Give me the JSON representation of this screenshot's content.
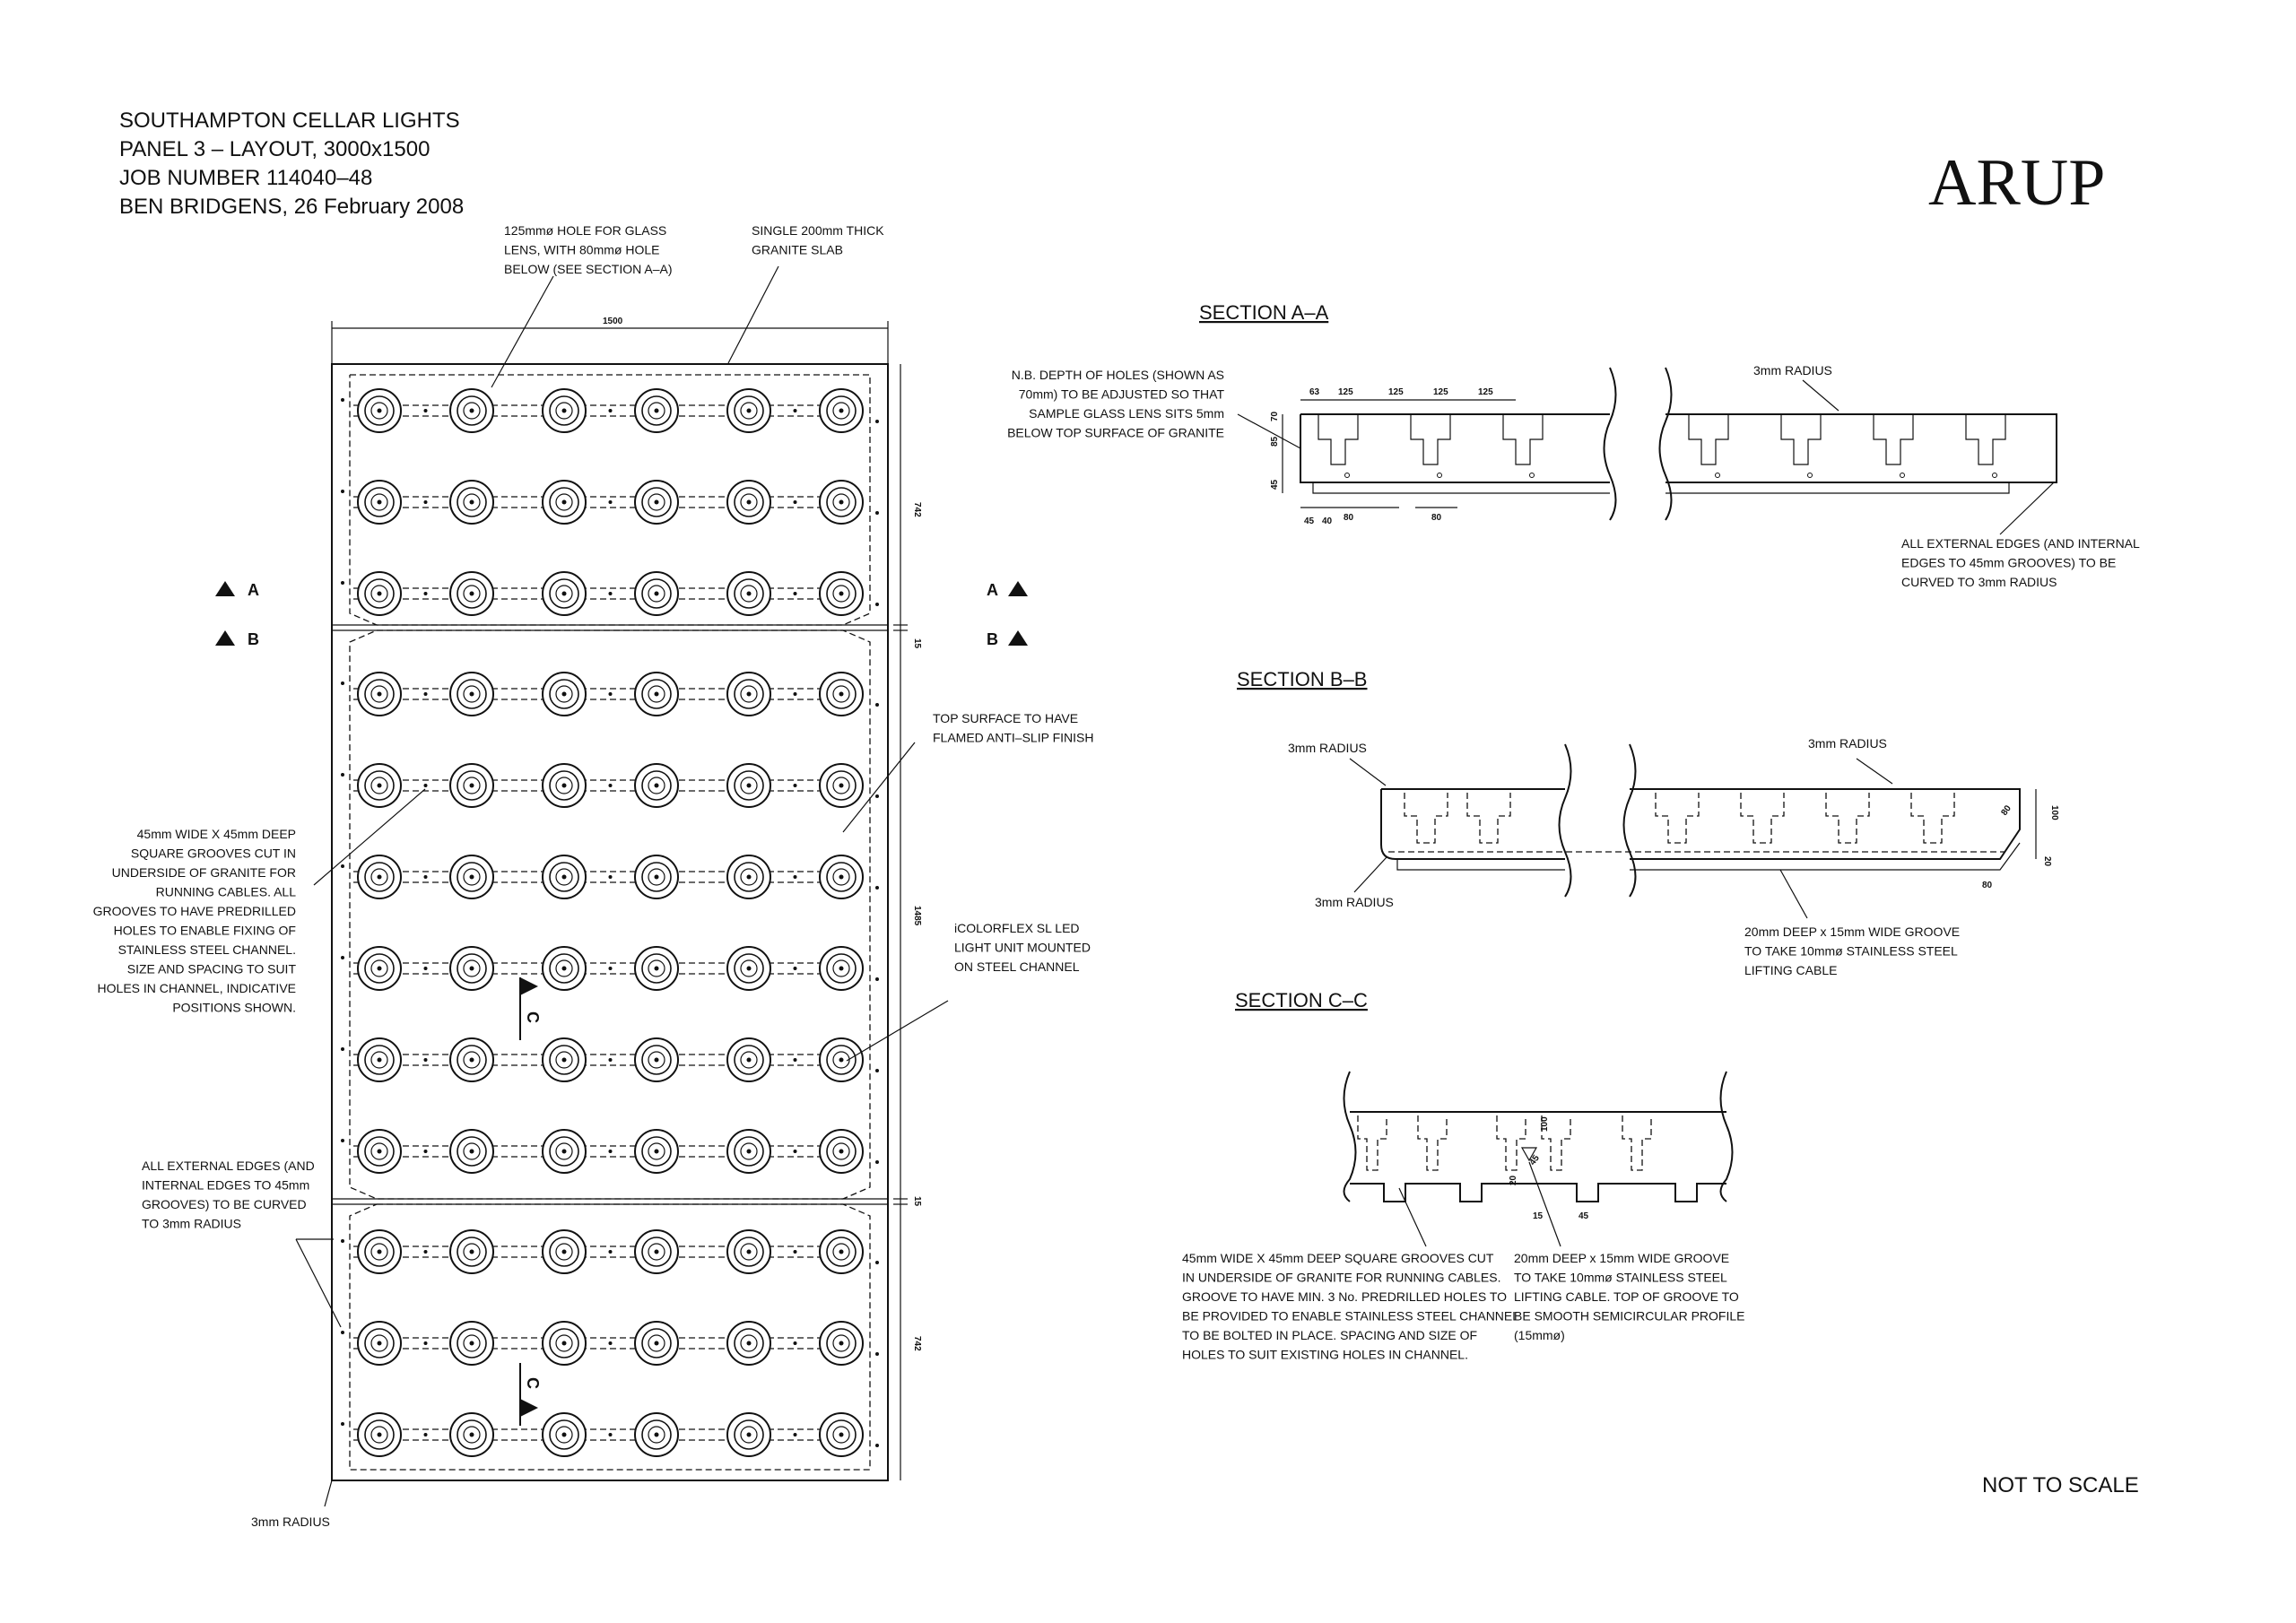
{
  "title_block": {
    "line1": "SOUTHAMPTON CELLAR LIGHTS",
    "line2": "PANEL 3 – LAYOUT, 3000x1500",
    "line3": "JOB NUMBER 114040–48",
    "line4": "BEN BRIDGENS, 26 February 2008"
  },
  "logo": {
    "text": "ARUP"
  },
  "not_to_scale": "NOT TO SCALE",
  "plan": {
    "width_dim": "1500",
    "dims_right": [
      "742",
      "15",
      "1485",
      "15",
      "742"
    ],
    "section_markers_left": [
      "A",
      "B"
    ],
    "section_markers_right": [
      "A",
      "B"
    ],
    "section_c_marker": "C",
    "rows": 12,
    "lenses_per_row": 6,
    "notes": {
      "hole": [
        "125mmø HOLE FOR GLASS",
        "LENS, WITH 80mmø HOLE",
        "BELOW (SEE SECTION A–A)"
      ],
      "slab": [
        "SINGLE 200mm THICK",
        "GRANITE SLAB"
      ],
      "surface": [
        "TOP SURFACE TO HAVE",
        "FLAMED ANTI–SLIP FINISH"
      ],
      "grooves": [
        "45mm WIDE X 45mm DEEP",
        "SQUARE GROOVES CUT IN",
        "UNDERSIDE OF GRANITE FOR",
        "RUNNING CABLES. ALL",
        "GROOVES TO HAVE PREDRILLED",
        "HOLES TO ENABLE FIXING OF",
        "STAINLESS STEEL CHANNEL.",
        "SIZE AND SPACING TO SUIT",
        "HOLES IN CHANNEL, INDICATIVE",
        "POSITIONS SHOWN."
      ],
      "led": [
        "iCOLORFLEX SL LED",
        "LIGHT UNIT MOUNTED",
        "ON STEEL CHANNEL"
      ],
      "edges": [
        "ALL EXTERNAL EDGES (AND",
        "INTERNAL EDGES TO 45mm",
        "GROOVES) TO BE CURVED",
        "TO 3mm RADIUS"
      ],
      "radius": "3mm RADIUS"
    }
  },
  "section_aa": {
    "title": "SECTION A–A",
    "note_depth": [
      "N.B. DEPTH OF HOLES (SHOWN AS",
      "70mm) TO BE ADJUSTED SO THAT",
      "SAMPLE GLASS LENS SITS 5mm",
      "BELOW TOP SURFACE OF GRANITE"
    ],
    "top_dims": [
      "63",
      "125",
      "125",
      "125",
      "125"
    ],
    "side_dims": [
      "70",
      "85",
      "45"
    ],
    "bottom_dims": [
      "45",
      "40",
      "80",
      "80"
    ],
    "radius": "3mm RADIUS",
    "note_edges": [
      "ALL EXTERNAL EDGES (AND INTERNAL",
      "EDGES TO 45mm GROOVES) TO BE",
      "CURVED TO 3mm RADIUS"
    ]
  },
  "section_bb": {
    "title": "SECTION B–B",
    "radius_left": "3mm RADIUS",
    "radius_right": "3mm RADIUS",
    "radius_bottom": "3mm RADIUS",
    "dims": [
      "100",
      "80",
      "20",
      "80"
    ],
    "note_groove": [
      "20mm DEEP x 15mm WIDE GROOVE",
      "TO TAKE 10mmø STAINLESS STEEL",
      "LIFTING CABLE"
    ]
  },
  "section_cc": {
    "title": "SECTION C–C",
    "dims": [
      "100",
      "45",
      "20",
      "15",
      "45"
    ],
    "note_grooves": [
      "45mm WIDE X 45mm DEEP SQUARE GROOVES CUT",
      "IN UNDERSIDE OF GRANITE FOR RUNNING CABLES.",
      "GROOVE TO HAVE MIN. 3 No. PREDRILLED HOLES TO",
      "BE PROVIDED TO ENABLE STAINLESS STEEL CHANNEL",
      "TO BE BOLTED IN PLACE. SPACING AND SIZE OF",
      "HOLES TO SUIT EXISTING HOLES IN CHANNEL."
    ],
    "note_lifting": [
      "20mm DEEP x 15mm WIDE GROOVE",
      "TO TAKE 10mmø STAINLESS STEEL",
      "LIFTING CABLE. TOP OF GROOVE TO",
      "BE SMOOTH SEMICIRCULAR PROFILE",
      "(15mmø)"
    ]
  }
}
